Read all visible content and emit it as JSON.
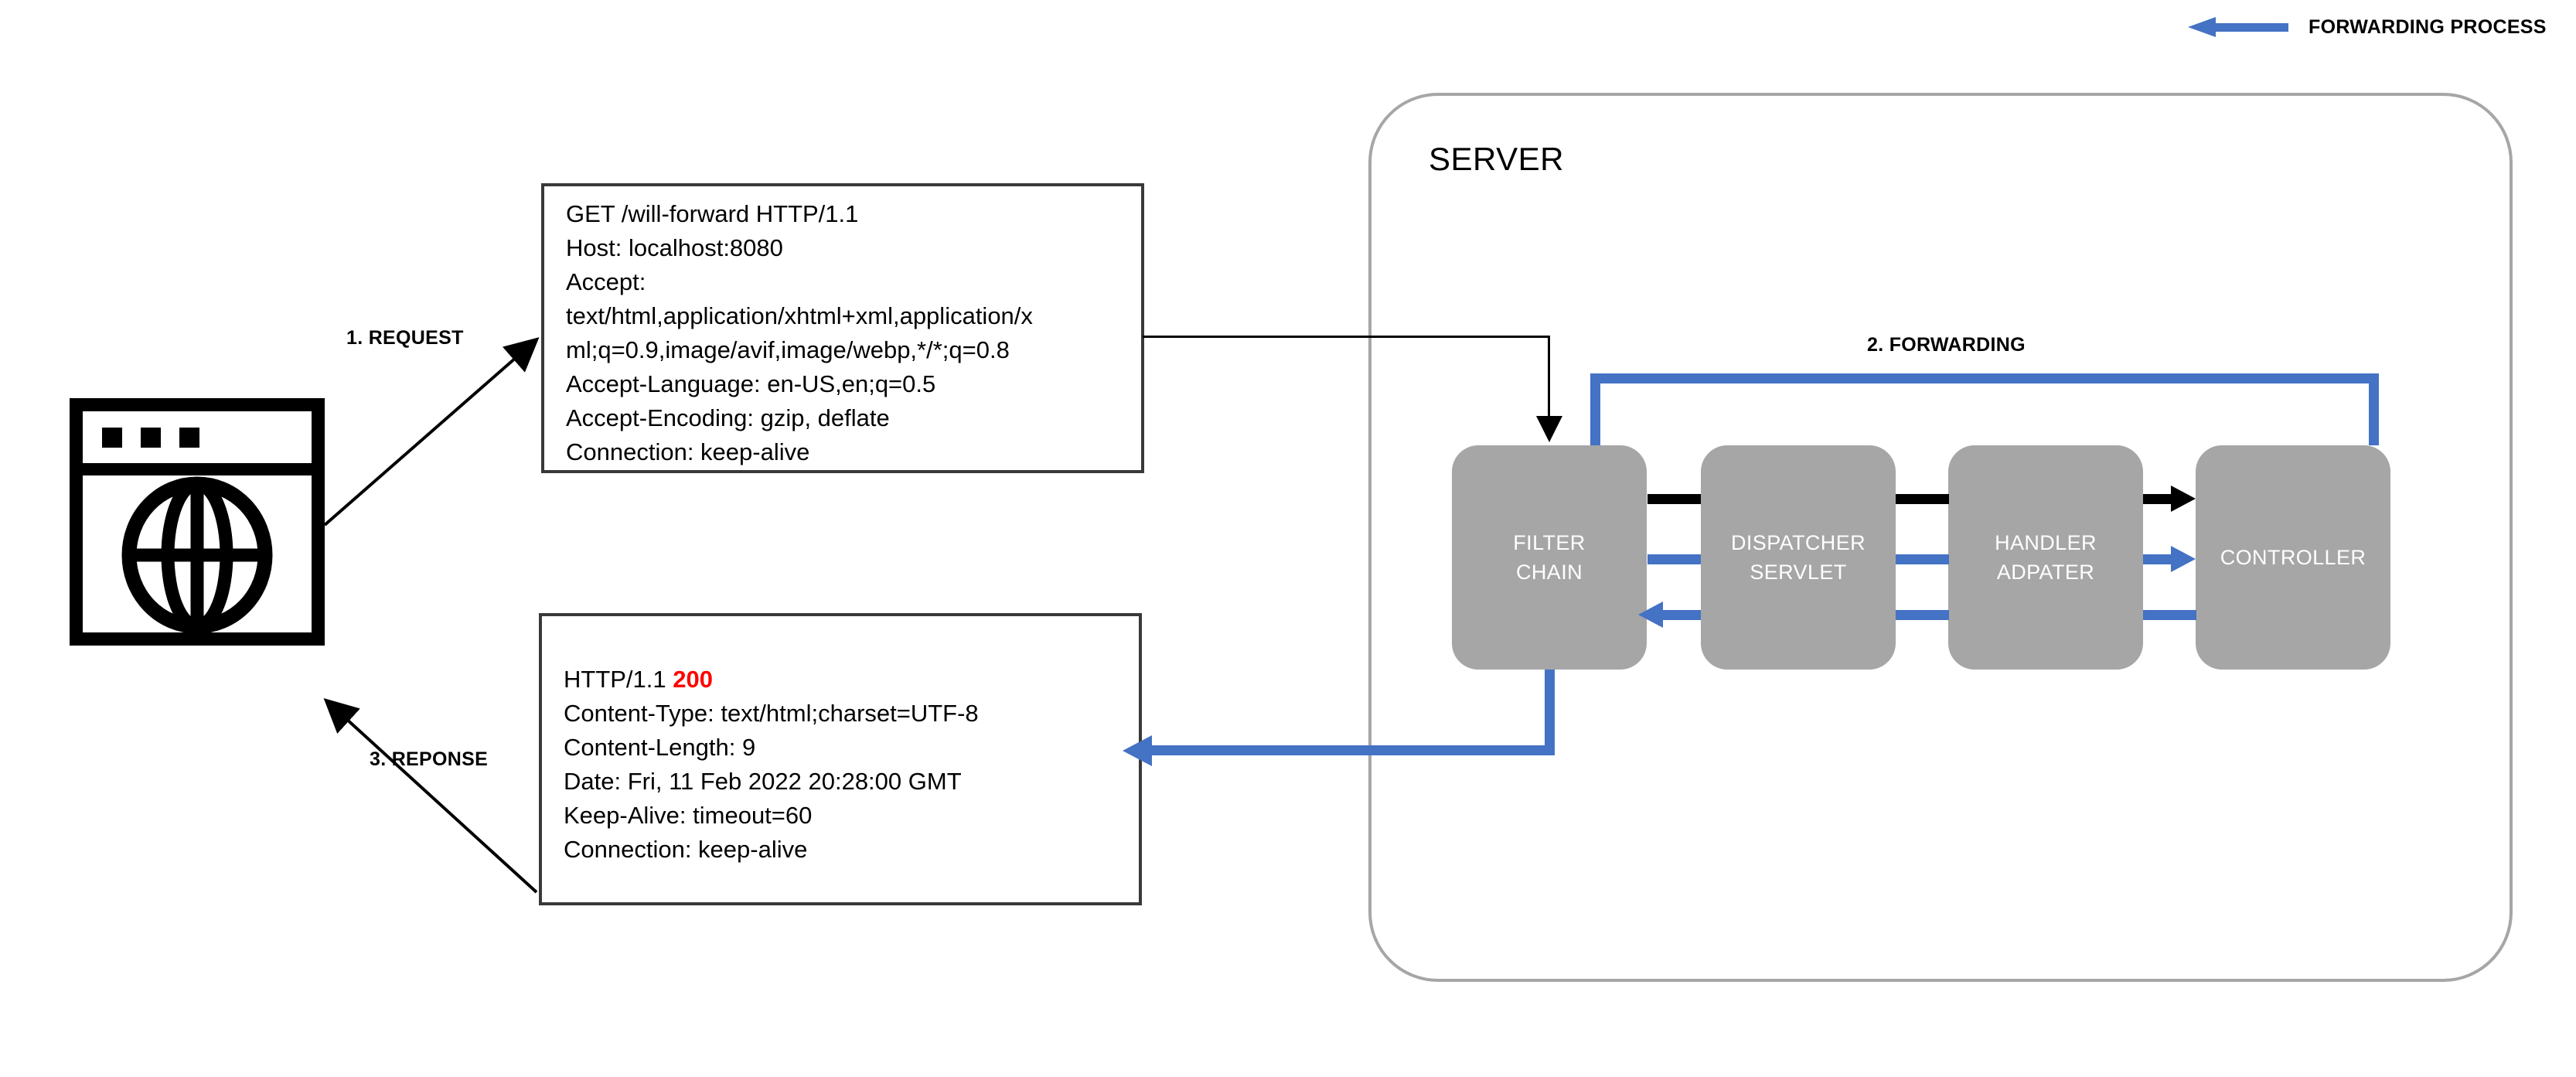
{
  "legend": {
    "arrow_icon": "left-arrow-icon",
    "label": "FORWARDING PROCESS",
    "color": "#4472C4"
  },
  "server": {
    "label": "SERVER",
    "border_color": "#A6A6A6"
  },
  "client": {
    "icon": "browser-globe-icon"
  },
  "steps": {
    "request": "1. REQUEST",
    "response": "3. REPONSE",
    "forwarding": "2. FORWARDING"
  },
  "request_message": {
    "lines": [
      "GET /will-forward HTTP/1.1",
      "Host: localhost:8080",
      "Accept:",
      "text/html,application/xhtml+xml,application/x",
      "ml;q=0.9,image/avif,image/webp,*/*;q=0.8",
      "Accept-Language: en-US,en;q=0.5",
      "Accept-Encoding: gzip, deflate",
      "Connection: keep-alive"
    ]
  },
  "response_message": {
    "status_prefix": "HTTP/1.1 ",
    "status_code": "200",
    "status_color": "#FF0000",
    "lines": [
      "Content-Type: text/html;charset=UTF-8",
      "Content-Length: 9",
      "Date: Fri, 11 Feb 2022 20:28:00 GMT",
      "Keep-Alive: timeout=60",
      "Connection: keep-alive"
    ]
  },
  "pipeline": {
    "box_fill": "#A6A6A6",
    "boxes": [
      {
        "id": "filter-chain",
        "line1": "FILTER",
        "line2": "CHAIN"
      },
      {
        "id": "dispatcher-servlet",
        "line1": "DISPATCHER",
        "line2": "SERVLET"
      },
      {
        "id": "handler-adapter",
        "line1": "HANDLER",
        "line2": "ADPATER"
      },
      {
        "id": "controller",
        "line1": "CONTROLLER",
        "line2": ""
      }
    ]
  }
}
